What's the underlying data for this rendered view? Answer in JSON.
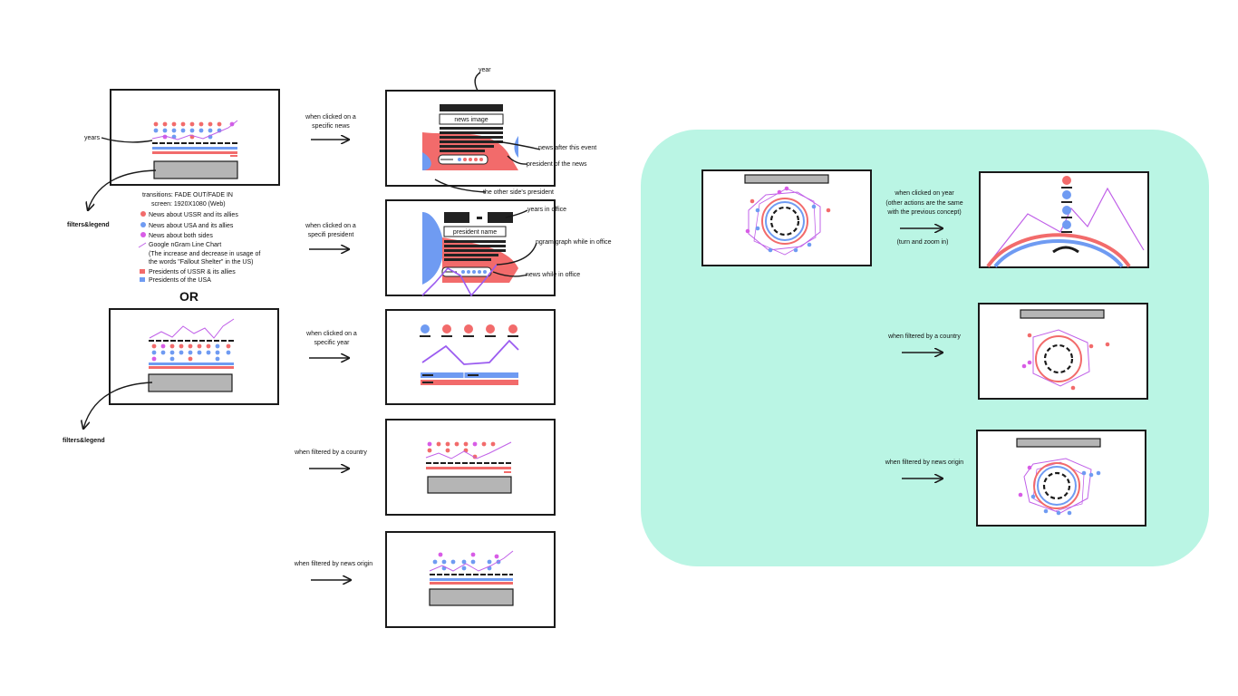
{
  "annotations": {
    "years": "years",
    "filters_legend_1": "filters&legend",
    "filters_legend_2": "filters&legend",
    "year": "year",
    "news_image": "news image",
    "news_after_event": "news after this event",
    "president_of_news": "president of the news",
    "other_side_president": "the other side's president",
    "years_in_office": "years in office",
    "president_name": "president name",
    "ngram_while_office": "ngram graph while in office",
    "news_while_office": "news while in office",
    "or": "OR"
  },
  "legend": {
    "transitions": "transitions: FADE OUT/FADE IN",
    "screen": "screen: 1920X1080 (Web)",
    "items": [
      {
        "label": "News about USSR and its allies",
        "color": "#f26b6b",
        "shape": "dot"
      },
      {
        "label": "News about USA and its allies",
        "color": "#6f9bf2",
        "shape": "dot"
      },
      {
        "label": "News about both sides",
        "color": "#d85ce6",
        "shape": "dot"
      },
      {
        "label": "Google nGram Line Chart",
        "color": "#c060e8",
        "shape": "line"
      },
      {
        "label": "(The increase and decrease in usage of",
        "shape": "none"
      },
      {
        "label": "the words \"Fallout Shelter\" in the US)",
        "shape": "none"
      },
      {
        "label": "Presidents of USSR & its allies",
        "color": "#f26b6b",
        "shape": "bar"
      },
      {
        "label": "Presidents of the USA",
        "color": "#6f9bf2",
        "shape": "bar"
      }
    ]
  },
  "transitions": {
    "clicked_news": [
      "when clicked on a",
      "specific news"
    ],
    "clicked_president": [
      "when clicked on a",
      "specifi president"
    ],
    "clicked_year": [
      "when clicked on a",
      "specific year"
    ],
    "filtered_country": [
      "when filtered by a country"
    ],
    "filtered_origin": [
      "when filtered by news origin"
    ],
    "concept2_clicked_year": [
      "when clicked on year",
      "(other actions are the same",
      "with the previous concept)"
    ],
    "concept2_turn_zoom": "(turn and zoom in)",
    "concept2_filtered_country": "when filtered by a country",
    "concept2_filtered_origin": "when filtered by news origin"
  },
  "colors": {
    "ussr": "#f26b6b",
    "usa": "#6f9bf2",
    "both": "#d85ce6",
    "ngram": "#c060e8",
    "panel": "#baf5e4",
    "filter_bar": "#b5b5b5"
  }
}
